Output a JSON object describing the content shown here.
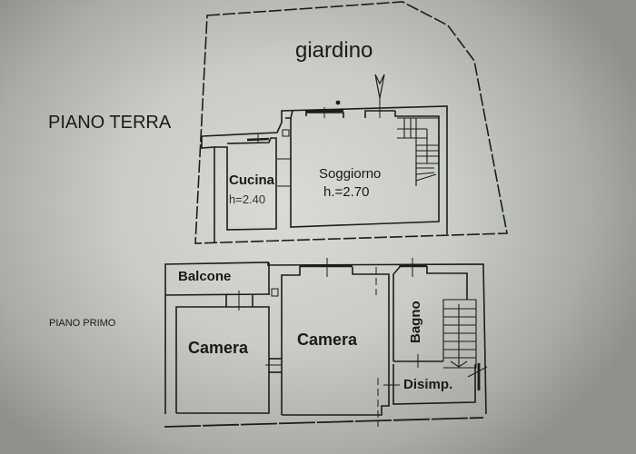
{
  "floors": [
    {
      "title": "PIANO TERRA",
      "outdoor_label": "giardino",
      "rooms": [
        {
          "name": "Cucina",
          "height": "h=2.40"
        },
        {
          "name": "Soggiorno",
          "height": "h.=2.70"
        }
      ]
    },
    {
      "title": "PIANO PRIMO",
      "rooms": [
        {
          "name": "Balcone"
        },
        {
          "name": "Camera"
        },
        {
          "name": "Camera"
        },
        {
          "name": "Bagno"
        },
        {
          "name": "Disimp."
        }
      ]
    }
  ],
  "colors": {
    "line": "#1c1c1c",
    "paper": "#d3d6d1"
  }
}
